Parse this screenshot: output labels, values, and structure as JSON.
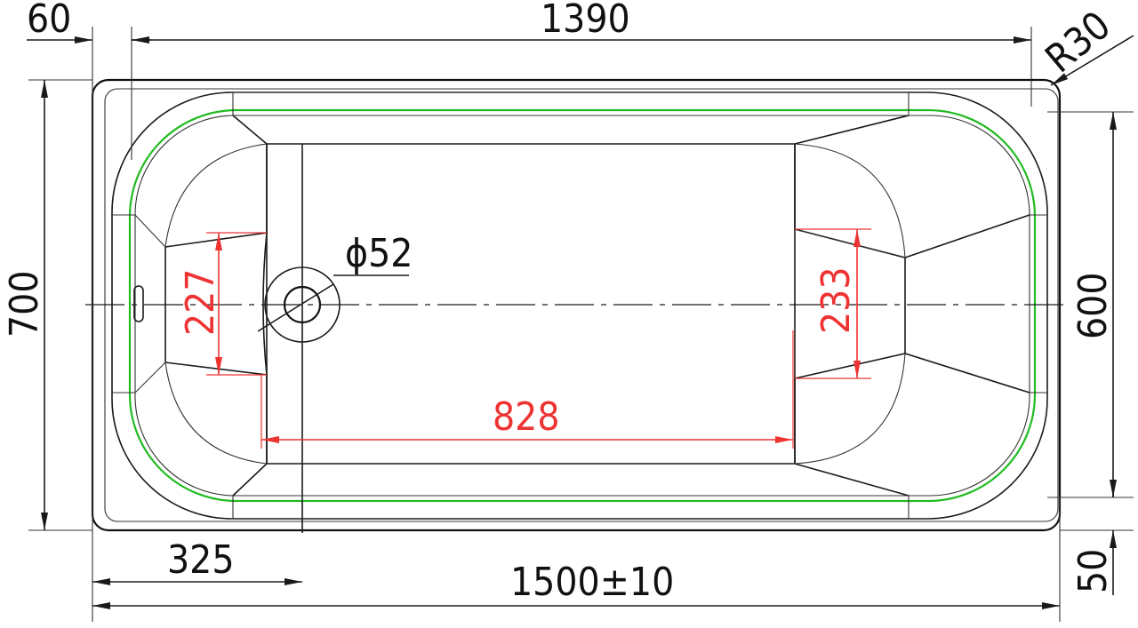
{
  "colors": {
    "line": "#1a1a1a",
    "red_dimension": "#ee3333",
    "green_rim": "#22bb22"
  },
  "dimensions": {
    "overall_length": "1500±10",
    "inner_length": "1390",
    "rim_offset": "60",
    "corner_radius": "R30",
    "overall_width": "700",
    "inner_width": "600",
    "bottom_offset": "50",
    "drain_position": "325",
    "drain_diameter": "ϕ52",
    "flat_bottom_length": "828",
    "left_bottom_width": "227",
    "right_bottom_width": "233"
  }
}
